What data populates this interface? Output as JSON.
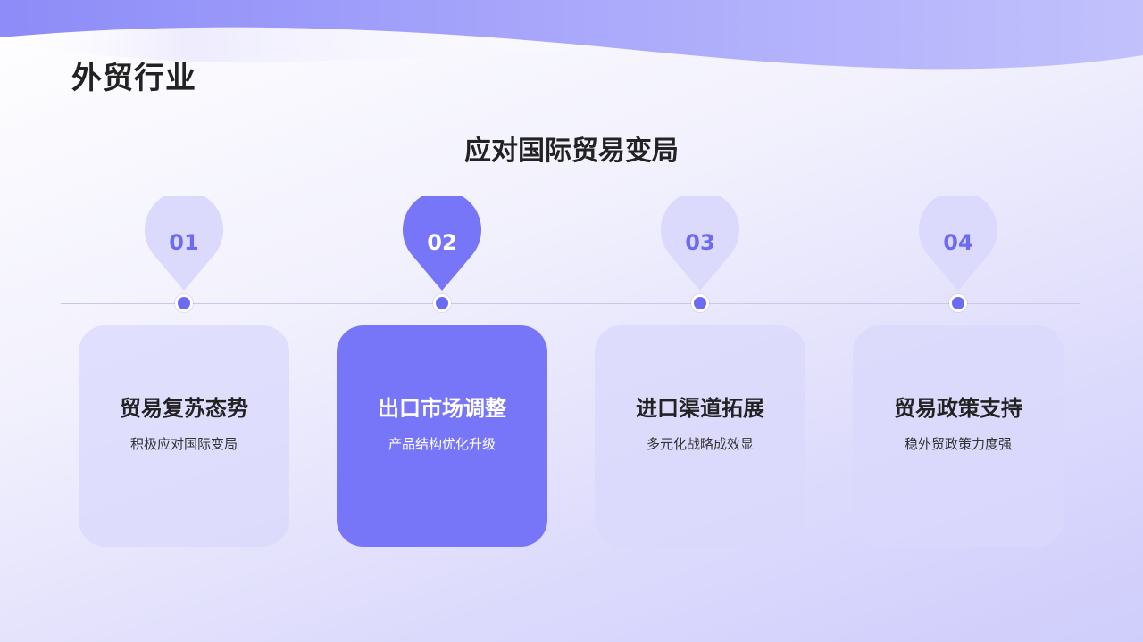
{
  "header": {
    "title": "外贸行业",
    "subtitle": "应对国际贸易变局"
  },
  "colors": {
    "accent": "#7876f8",
    "marker_light": "#dcdafc",
    "number_light": "#6d6cf0",
    "dot": "#6b6cf4"
  },
  "steps": [
    {
      "number": "01",
      "title": "贸易复苏态势",
      "desc": "积极应对国际变局",
      "active": false
    },
    {
      "number": "02",
      "title": "出口市场调整",
      "desc": "产品结构优化升级",
      "active": true
    },
    {
      "number": "03",
      "title": "进口渠道拓展",
      "desc": "多元化战略成效显",
      "active": false
    },
    {
      "number": "04",
      "title": "贸易政策支持",
      "desc": "稳外贸政策力度强",
      "active": false
    }
  ]
}
